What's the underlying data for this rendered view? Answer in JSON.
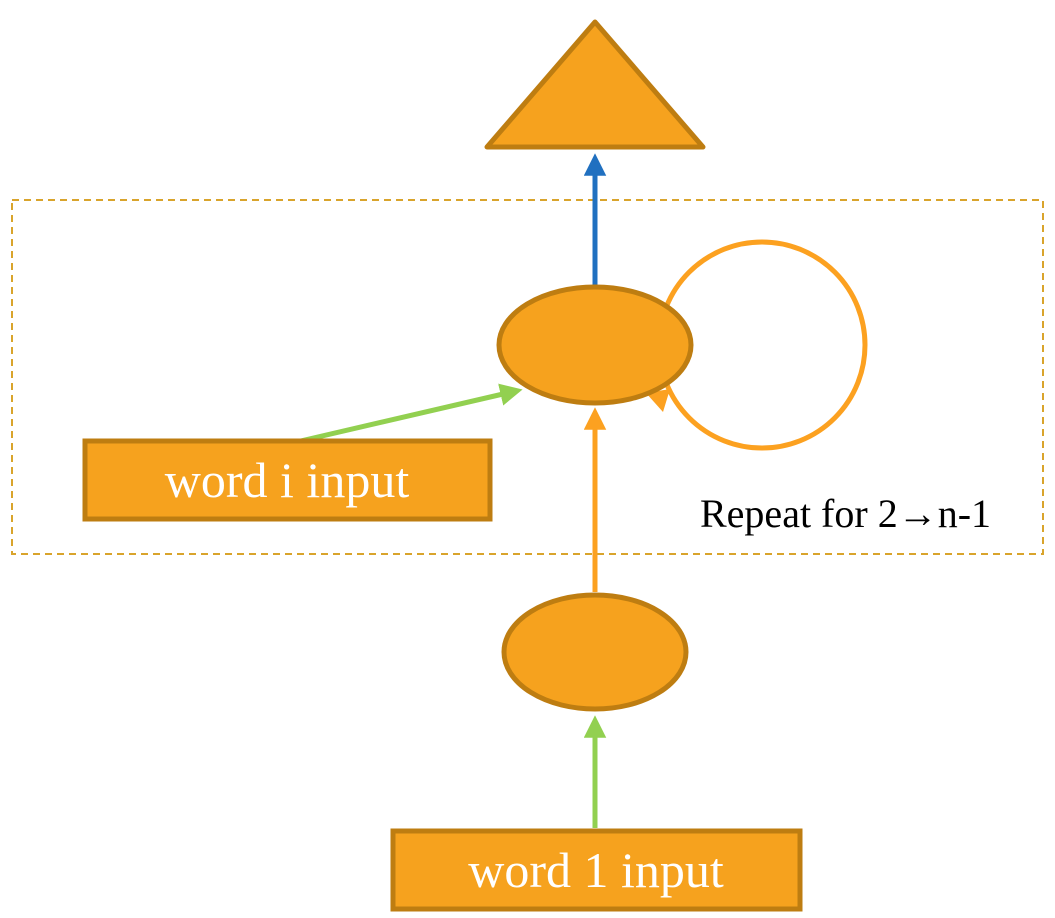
{
  "labels": {
    "repeat": "Repeat for 2→n-1",
    "word_i": "word i input",
    "word_1": "word 1 input"
  },
  "colors": {
    "shape_fill": "#F6A21E",
    "shape_stroke": "#BE7D11",
    "green_arrow": "#92D050",
    "blue_arrow": "#2070C0",
    "orange_arrow": "#FCA120",
    "dashed_box": "#D9A42C",
    "box_text": "#FFFFFF",
    "repeat_text": "#000000"
  }
}
